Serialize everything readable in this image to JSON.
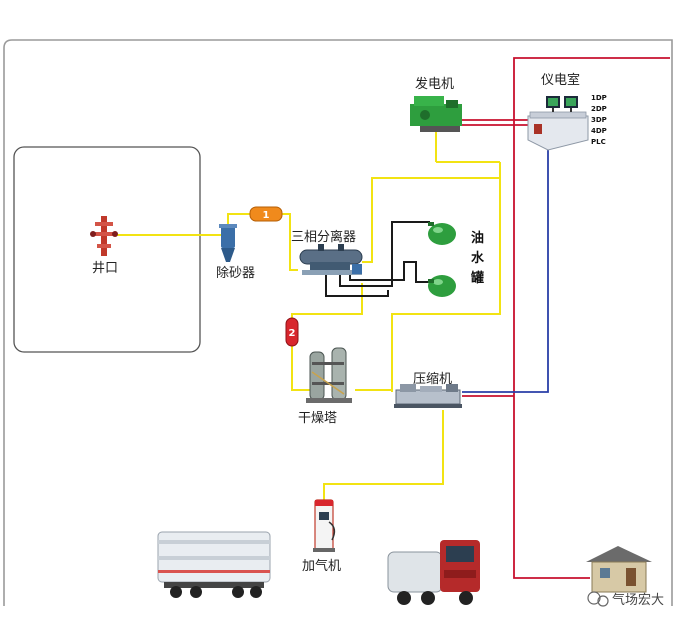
{
  "labels": {
    "wellhead": "井口",
    "desander": "除砂器",
    "separator": "三相分离器",
    "generator": "发电机",
    "control_room": "仪电室",
    "tank_1": "油",
    "tank_2": "水",
    "tank_3": "罐",
    "dryer": "干燥塔",
    "compressor": "压缩机",
    "dispenser": "加气机"
  },
  "markers": {
    "m1": "1",
    "m2": "2"
  },
  "panels": [
    "1DP",
    "2DP",
    "3DP",
    "4DP",
    "PLC"
  ],
  "watermark": "气场宏大",
  "colors": {
    "gas_line": "#f2e313",
    "liquid_line": "#1a1a1a",
    "power_line": "#c8102e",
    "signal_line": "#2a3fa8",
    "equipment_green": "#2e9e3e",
    "marker_orange": "#f08a1c",
    "marker_red": "#d8262d"
  }
}
